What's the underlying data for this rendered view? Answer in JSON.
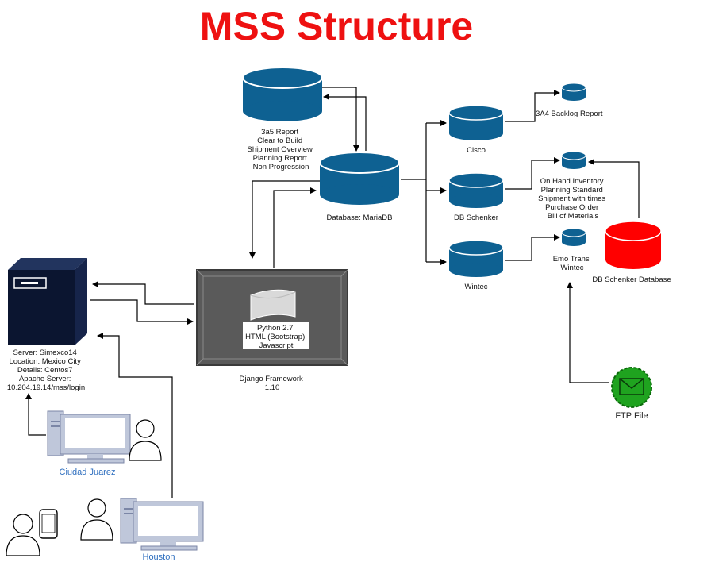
{
  "title": "MSS Structure",
  "colors": {
    "title": "#ee1111",
    "database": "#0e6192",
    "schenker_db": "#ff0000",
    "server": "#0b1530",
    "framework": "#5a5a5a",
    "ftp": "#1fa31f",
    "location_label": "#2f6fbf",
    "computer": "#bfc7da"
  },
  "reports_db": {
    "lines": [
      "3a5 Report",
      "Clear to Build",
      "Shipment Overview",
      "Planning Report",
      "Non Progression"
    ]
  },
  "main_db": {
    "label": "Database: MariaDB"
  },
  "cisco": {
    "label": "Cisco",
    "output": "3A4 Backlog Report"
  },
  "db_schenker": {
    "label": "DB Schenker",
    "outputs": [
      "On Hand Inventory",
      "Planning Standard",
      "Shipment with times",
      "Purchase Order",
      "Bill of Materials"
    ]
  },
  "wintec": {
    "label": "Wintec",
    "outputs": [
      "Emo Trans",
      "Wintec"
    ]
  },
  "schenker_database": {
    "label": "DB Schenker Database"
  },
  "ftp": {
    "label": "FTP File",
    "icon": "envelope-icon"
  },
  "server": {
    "icon": "server-tower-icon",
    "lines": [
      "Server: Simexco14",
      "Location: Mexico City",
      "Details: Centos7",
      "Apache Server:",
      "10.204.19.14/mss/login"
    ]
  },
  "framework": {
    "lines": [
      "Django Framework",
      "1.10"
    ],
    "tech": [
      "Python 2.7",
      "HTML (Bootstrap)",
      "Javascript"
    ]
  },
  "locations": {
    "juarez": "Ciudad Juarez",
    "houston": "Houston"
  }
}
